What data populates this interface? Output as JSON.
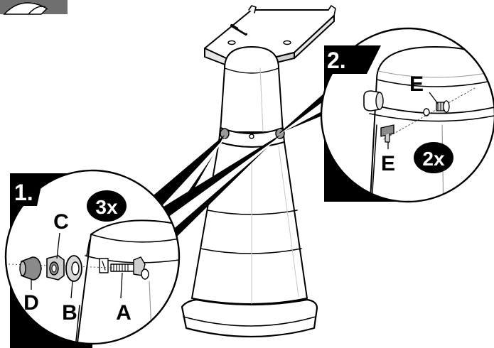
{
  "callouts": {
    "step1": {
      "number": "1.",
      "multiplier": "3x"
    },
    "step2": {
      "number": "2.",
      "multiplier": "2x"
    }
  },
  "parts": {
    "a": "A",
    "b": "B",
    "c": "C",
    "d": "D",
    "e_upper": "E",
    "e_lower": "E"
  },
  "colors": {
    "ink": "#000000",
    "paper": "#ffffff",
    "shade": "#e6e6e6",
    "mid_shade": "#cfcfcf",
    "dark_shade": "#8a8a8a"
  }
}
